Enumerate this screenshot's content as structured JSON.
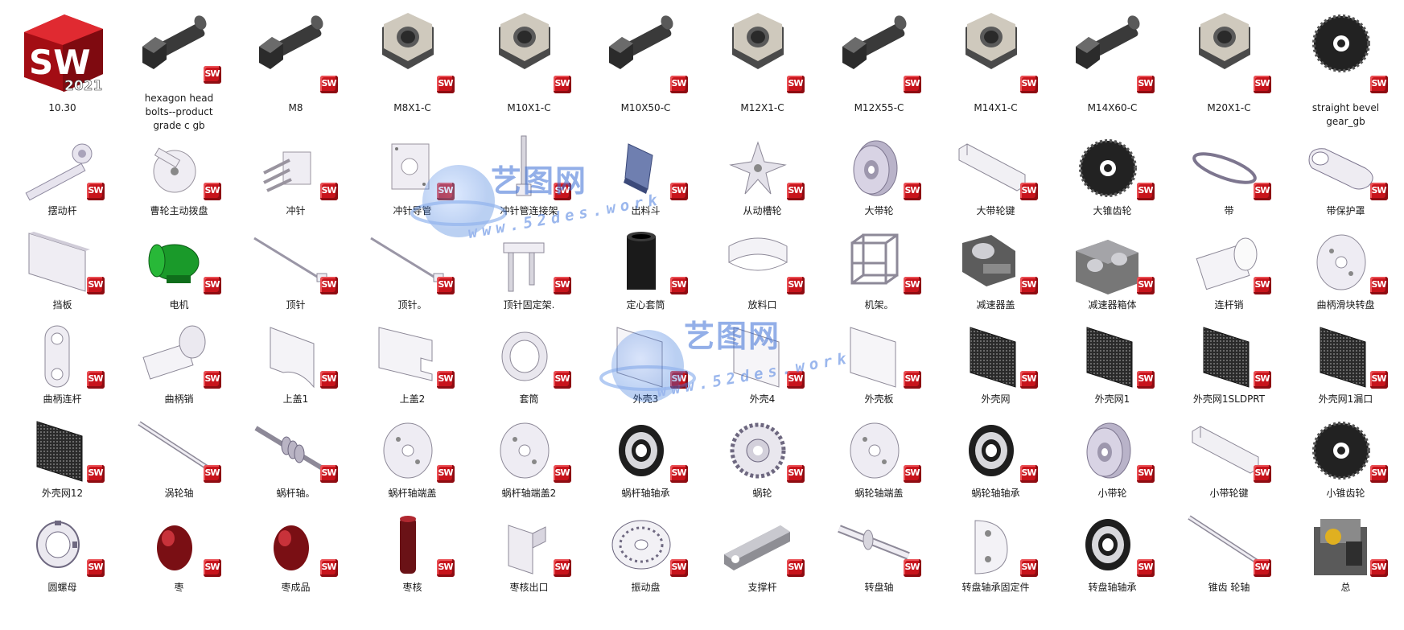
{
  "app": {
    "logo_text": "SW",
    "version_text": "2021"
  },
  "watermark": {
    "title": "艺图网",
    "url": "www.52des.work"
  },
  "files": [
    {
      "label": "10.30",
      "icon": "app-logo"
    },
    {
      "label": "hexagon head bolts--product grade c gb",
      "icon": "bolt"
    },
    {
      "label": "M8",
      "icon": "bolt"
    },
    {
      "label": "M8X1-C",
      "icon": "nut"
    },
    {
      "label": "M10X1-C",
      "icon": "nut"
    },
    {
      "label": "M10X50-C",
      "icon": "bolt"
    },
    {
      "label": "M12X1-C",
      "icon": "nut"
    },
    {
      "label": "M12X55-C",
      "icon": "bolt"
    },
    {
      "label": "M14X1-C",
      "icon": "nut"
    },
    {
      "label": "M14X60-C",
      "icon": "bolt"
    },
    {
      "label": "M20X1-C",
      "icon": "nut"
    },
    {
      "label": "straight bevel gear_gb",
      "icon": "gear-dark"
    },
    {
      "label": "摆动杆",
      "icon": "lever"
    },
    {
      "label": "曹轮主动拨盘",
      "icon": "disc-arm"
    },
    {
      "label": "冲针",
      "icon": "pins"
    },
    {
      "label": "冲针导管",
      "icon": "plate-hole"
    },
    {
      "label": "冲针管连接架",
      "icon": "rod-vertical"
    },
    {
      "label": "出料斗",
      "icon": "hopper"
    },
    {
      "label": "从动槽轮",
      "icon": "geneva"
    },
    {
      "label": "大带轮",
      "icon": "pulley"
    },
    {
      "label": "大带轮键",
      "icon": "key-long"
    },
    {
      "label": "大锥齿轮",
      "icon": "gear-dark"
    },
    {
      "label": "带",
      "icon": "belt"
    },
    {
      "label": "带保护罩",
      "icon": "belt-guard"
    },
    {
      "label": "挡板",
      "icon": "panel"
    },
    {
      "label": "电机",
      "icon": "motor"
    },
    {
      "label": "顶针",
      "icon": "needle"
    },
    {
      "label": "顶针。",
      "icon": "needle"
    },
    {
      "label": "顶针固定架.",
      "icon": "bracket"
    },
    {
      "label": "定心套筒",
      "icon": "sleeve-dark"
    },
    {
      "label": "放料口",
      "icon": "band"
    },
    {
      "label": "机架。",
      "icon": "frame"
    },
    {
      "label": "减速器盖",
      "icon": "gearbox-cover"
    },
    {
      "label": "减速器箱体",
      "icon": "gearbox"
    },
    {
      "label": "连杆销",
      "icon": "cylinder-light"
    },
    {
      "label": "曲柄滑块转盘",
      "icon": "disc"
    },
    {
      "label": "曲柄连杆",
      "icon": "link"
    },
    {
      "label": "曲柄销",
      "icon": "pin-big"
    },
    {
      "label": "上盖1",
      "icon": "sheet-arc"
    },
    {
      "label": "上盖2",
      "icon": "sheet-notch"
    },
    {
      "label": "套筒",
      "icon": "ring"
    },
    {
      "label": "外壳3",
      "icon": "sheet"
    },
    {
      "label": "外壳4",
      "icon": "sheet"
    },
    {
      "label": "外壳板",
      "icon": "sheet"
    },
    {
      "label": "外壳网",
      "icon": "mesh"
    },
    {
      "label": "外壳网1",
      "icon": "mesh"
    },
    {
      "label": "外壳网1SLDPRT",
      "icon": "mesh"
    },
    {
      "label": "外壳网1漏口",
      "icon": "mesh"
    },
    {
      "label": "外壳网12",
      "icon": "mesh"
    },
    {
      "label": "涡轮轴",
      "icon": "shaft"
    },
    {
      "label": "蜗杆轴。",
      "icon": "worm"
    },
    {
      "label": "蜗杆轴端盖",
      "icon": "disc"
    },
    {
      "label": "蜗杆轴端盖2",
      "icon": "disc"
    },
    {
      "label": "蜗杆轴轴承",
      "icon": "bearing"
    },
    {
      "label": "蜗轮",
      "icon": "worm-wheel"
    },
    {
      "label": "蜗轮轴端盖",
      "icon": "disc"
    },
    {
      "label": "蜗轮轴轴承",
      "icon": "bearing"
    },
    {
      "label": "小带轮",
      "icon": "pulley"
    },
    {
      "label": "小带轮键",
      "icon": "key-long"
    },
    {
      "label": "小锥齿轮",
      "icon": "gear-dark"
    },
    {
      "label": "圆螺母",
      "icon": "round-nut"
    },
    {
      "label": "枣",
      "icon": "date"
    },
    {
      "label": "枣成品",
      "icon": "date"
    },
    {
      "label": "枣核",
      "icon": "date-core"
    },
    {
      "label": "枣核出口",
      "icon": "chute"
    },
    {
      "label": "振动盘",
      "icon": "vib-disc"
    },
    {
      "label": "支撑杆",
      "icon": "support"
    },
    {
      "label": "转盘轴",
      "icon": "shaft-short"
    },
    {
      "label": "转盘轴承固定件",
      "icon": "bracket-round"
    },
    {
      "label": "转盘轴轴承",
      "icon": "bearing"
    },
    {
      "label": "锥齿 轮轴",
      "icon": "shaft"
    },
    {
      "label": "总",
      "icon": "assembly"
    }
  ]
}
